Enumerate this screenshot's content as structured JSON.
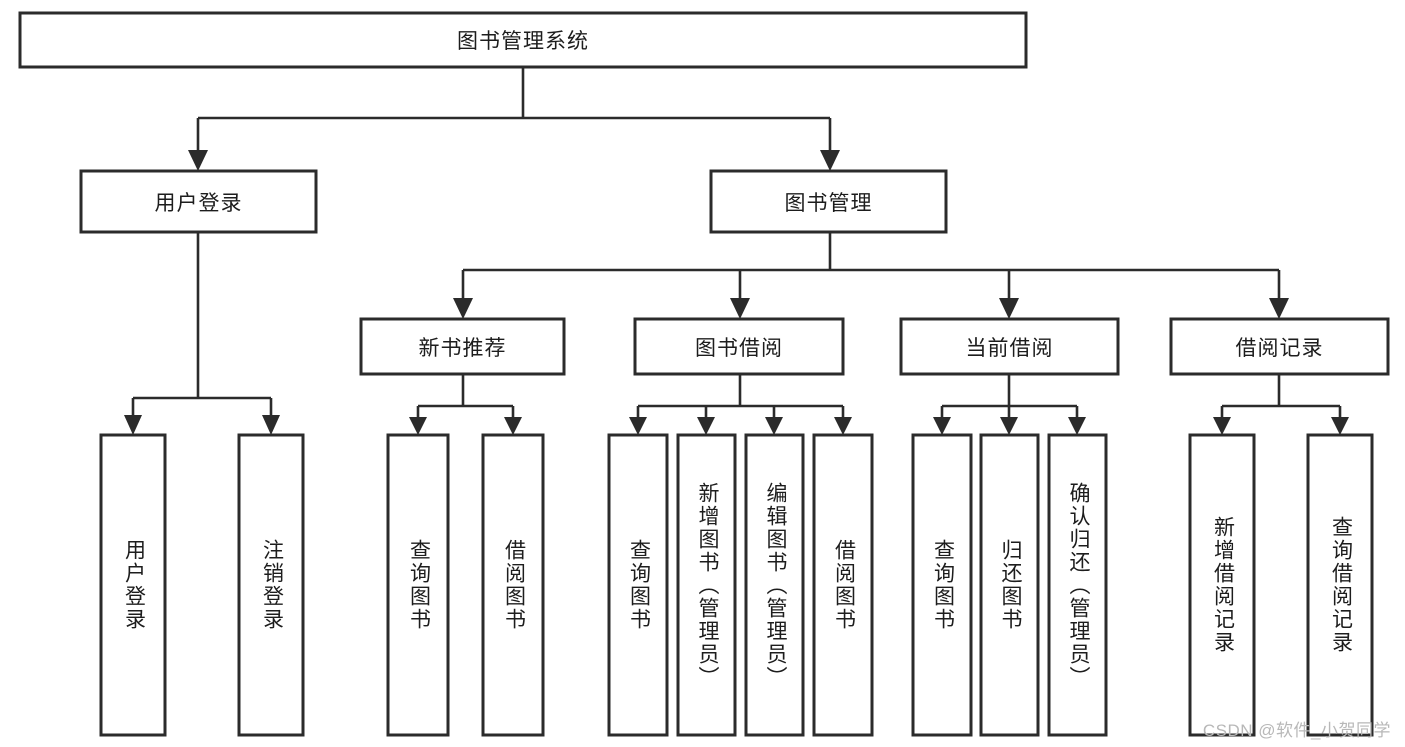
{
  "diagram": {
    "title": "图书管理系统",
    "type": "tree",
    "orientation": "top-down",
    "colors": {
      "box_stroke": "#2b2b2b",
      "box_fill": "#ffffff",
      "connector": "#2b2b2b",
      "text": "#1d1d1d",
      "background": "#ffffff",
      "watermark": "#b8b8b8"
    },
    "root": {
      "label": "图书管理系统"
    },
    "level2": [
      {
        "id": "user-login",
        "label": "用户登录"
      },
      {
        "id": "book-management",
        "label": "图书管理"
      }
    ],
    "level3": [
      {
        "id": "new-book-recommend",
        "label": "新书推荐",
        "parent": "book-management"
      },
      {
        "id": "book-borrow",
        "label": "图书借阅",
        "parent": "book-management"
      },
      {
        "id": "current-borrow",
        "label": "当前借阅",
        "parent": "book-management"
      },
      {
        "id": "borrow-record",
        "label": "借阅记录",
        "parent": "book-management"
      }
    ],
    "leaves": [
      {
        "id": "leaf-user-login",
        "label": "用户登录",
        "parent": "user-login"
      },
      {
        "id": "leaf-logout",
        "label": "注销登录",
        "parent": "user-login"
      },
      {
        "id": "leaf-query-book-1",
        "label": "查询图书",
        "parent": "new-book-recommend"
      },
      {
        "id": "leaf-borrow-book-1",
        "label": "借阅图书",
        "parent": "new-book-recommend"
      },
      {
        "id": "leaf-query-book-2",
        "label": "查询图书",
        "parent": "book-borrow"
      },
      {
        "id": "leaf-add-book",
        "label": "新增图书（管理员）",
        "parent": "book-borrow"
      },
      {
        "id": "leaf-edit-book",
        "label": "编辑图书（管理员）",
        "parent": "book-borrow"
      },
      {
        "id": "leaf-borrow-book-2",
        "label": "借阅图书",
        "parent": "book-borrow"
      },
      {
        "id": "leaf-query-book-3",
        "label": "查询图书",
        "parent": "current-borrow"
      },
      {
        "id": "leaf-return-book",
        "label": "归还图书",
        "parent": "current-borrow"
      },
      {
        "id": "leaf-confirm-return",
        "label": "确认归还（管理员）",
        "parent": "current-borrow"
      },
      {
        "id": "leaf-add-record",
        "label": "新增借阅记录",
        "parent": "borrow-record"
      },
      {
        "id": "leaf-query-record",
        "label": "查询借阅记录",
        "parent": "borrow-record"
      }
    ],
    "watermark": "CSDN @软件_小贺同学"
  }
}
